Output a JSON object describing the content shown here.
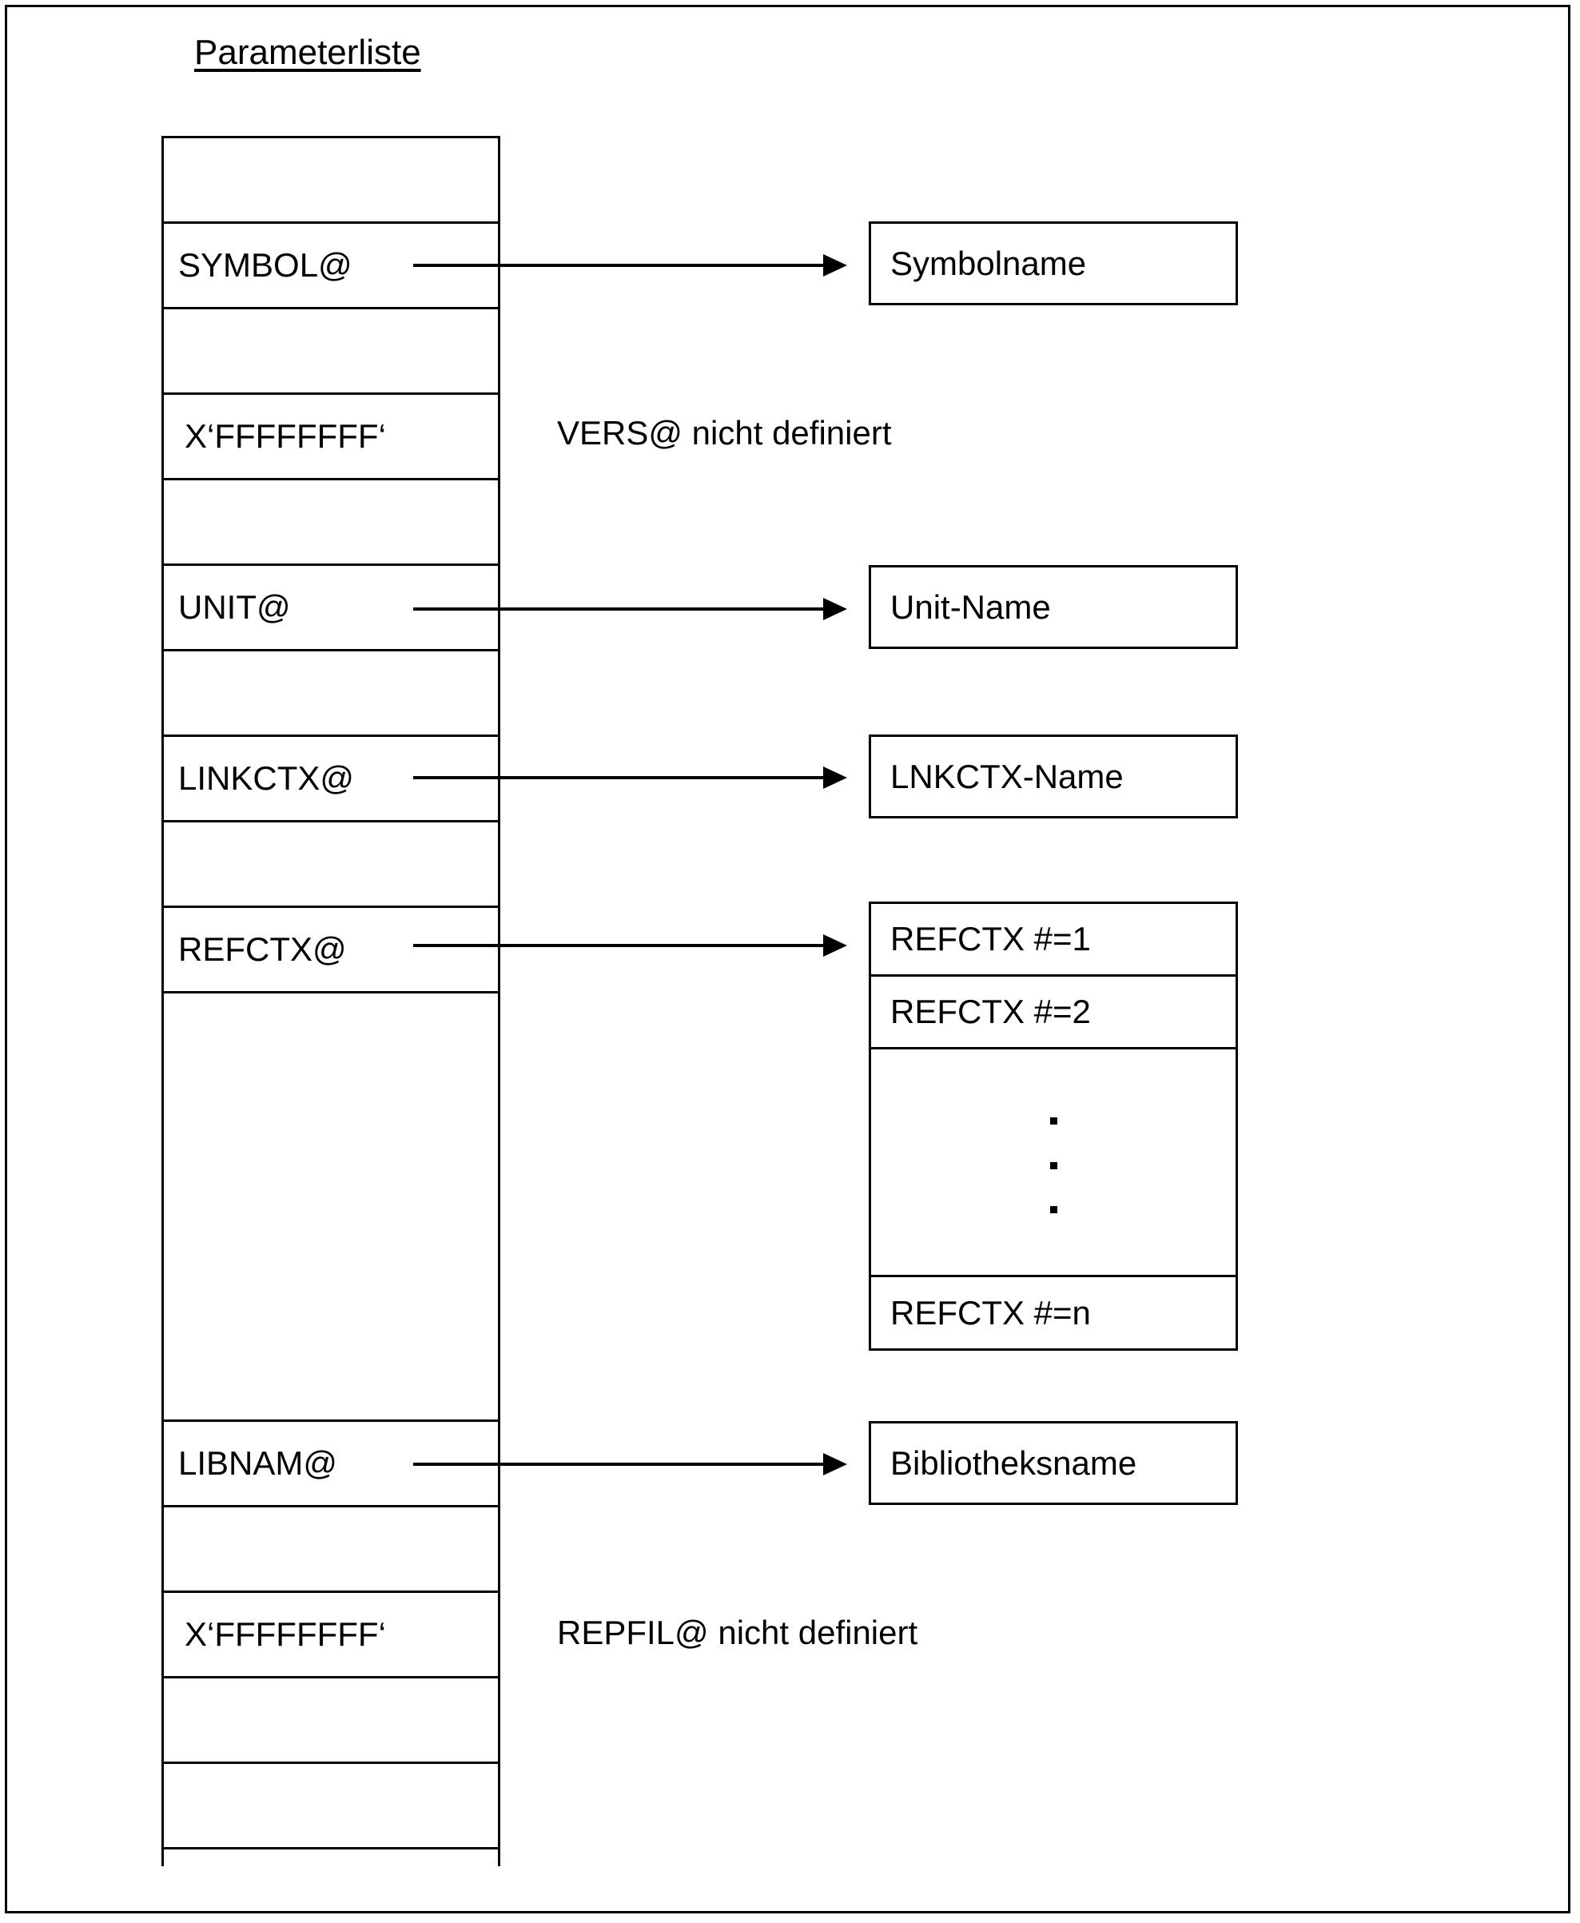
{
  "title": "Parameterliste",
  "param_list": {
    "name": "Parameterliste",
    "rows": [
      {
        "label": "",
        "kind": "empty"
      },
      {
        "label": "SYMBOL@",
        "kind": "pointer"
      },
      {
        "label": "",
        "kind": "empty"
      },
      {
        "label": "X‘FFFFFFFF‘",
        "kind": "value"
      },
      {
        "label": "",
        "kind": "empty"
      },
      {
        "label": "UNIT@",
        "kind": "pointer"
      },
      {
        "label": "",
        "kind": "empty"
      },
      {
        "label": "LINKCTX@",
        "kind": "pointer"
      },
      {
        "label": "",
        "kind": "empty"
      },
      {
        "label": "REFCTX@",
        "kind": "pointer"
      },
      {
        "label": "",
        "kind": "empty-tall"
      },
      {
        "label": "LIBNAM@",
        "kind": "pointer"
      },
      {
        "label": "",
        "kind": "empty"
      },
      {
        "label": "X‘FFFFFFFF‘",
        "kind": "value"
      },
      {
        "label": "",
        "kind": "empty"
      },
      {
        "label": "",
        "kind": "empty"
      },
      {
        "label": "",
        "kind": "empty-open"
      }
    ]
  },
  "targets": {
    "symbolname": "Symbolname",
    "unitname": "Unit-Name",
    "lnkctxname": "LNKCTX-Name",
    "bibliotheksname": "Bibliotheksname"
  },
  "refctx": {
    "entries": [
      "REFCTX #=1",
      "REFCTX #=2",
      "REFCTX #=n"
    ],
    "ellipsis": "."
  },
  "annotations": {
    "vers": "VERS@ nicht definiert",
    "repfil": "REPFIL@ nicht definiert"
  },
  "colors": {
    "stroke": "#000000",
    "background": "#ffffff"
  }
}
